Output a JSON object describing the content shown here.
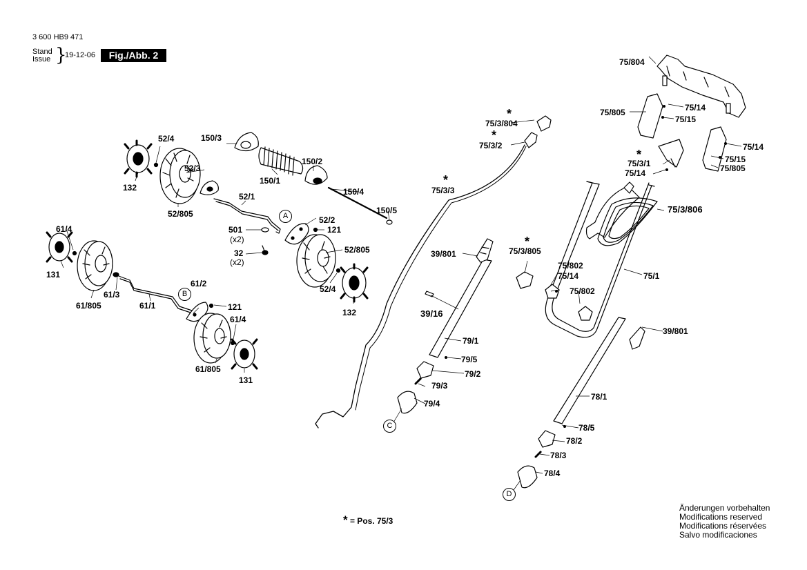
{
  "header": {
    "part_number": "3 600 HB9 471",
    "stand_label": "Stand",
    "issue_label": "Issue",
    "brace": "}",
    "date": "19-12-06",
    "figure": "Fig./Abb. 2"
  },
  "labels": {
    "l_75_804": "75/804",
    "l_75_805a": "75/805",
    "l_75_14a": "75/14",
    "l_75_15a": "75/15",
    "l_75_14b": "75/14",
    "l_75_15b": "75/15",
    "l_75_805b": "75/805",
    "l_75_3_804": "75/3/804",
    "l_75_3_2": "75/3/2",
    "l_75_3_1": "75/3/1",
    "l_75_14c": "75/14",
    "l_75_3_3": "75/3/3",
    "l_75_3_806": "75/3/806",
    "l_39_801a": "39/801",
    "l_75_3_805": "75/3/805",
    "l_75_802a": "75/802",
    "l_75_14d": "75/14",
    "l_75_802b": "75/802",
    "l_75_1": "75/1",
    "l_39_16": "39/16",
    "l_39_801b": "39/801",
    "l_79_1": "79/1",
    "l_79_5": "79/5",
    "l_79_2": "79/2",
    "l_79_3": "79/3",
    "l_79_4": "79/4",
    "l_78_1": "78/1",
    "l_78_5": "78/5",
    "l_78_2": "78/2",
    "l_78_3": "78/3",
    "l_78_4": "78/4",
    "l_52_4a": "52/4",
    "l_132a": "132",
    "l_52_3": "52/3",
    "l_52_805a": "52/805",
    "l_150_3": "150/3",
    "l_150_2": "150/2",
    "l_150_1": "150/1",
    "l_150_4": "150/4",
    "l_150_5": "150/5",
    "l_52_1": "52/1",
    "l_52_2": "52/2",
    "l_121a": "121",
    "l_501": "501",
    "l_x2a": "(x2)",
    "l_32": "32",
    "l_x2b": "(x2)",
    "l_52_805b": "52/805",
    "l_52_4b": "52/4",
    "l_132b": "132",
    "l_61_4a": "61/4",
    "l_131a": "131",
    "l_61_805a": "61/805",
    "l_61_3": "61/3",
    "l_61_1": "61/1",
    "l_61_2": "61/2",
    "l_121b": "121",
    "l_61_4b": "61/4",
    "l_61_805b": "61/805",
    "l_131b": "131"
  },
  "stars": [
    "*",
    "*",
    "*",
    "*",
    "*"
  ],
  "callouts": {
    "a": "A",
    "b": "B",
    "c": "C",
    "d": "D"
  },
  "legend": {
    "star": "*",
    "text": "= Pos. 75/3"
  },
  "notes": [
    "Änderungen vorbehalten",
    "Modifications reserved",
    "Modifications réservées",
    "Salvo modificaciones"
  ]
}
